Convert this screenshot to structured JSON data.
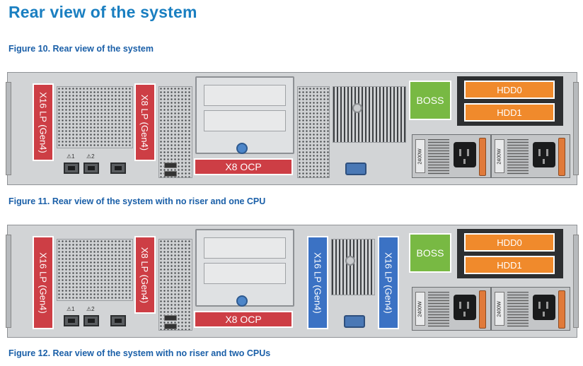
{
  "page": {
    "title": "Rear view of the system",
    "fig10": "Figure 10. Rear view of the system",
    "fig11": "Figure 11. Rear view of the system with no riser and one CPU",
    "fig12": "Figure 12. Rear view of the system with no riser and two CPUs"
  },
  "labels": {
    "x16": "X16 LP (Gen4)",
    "x8": "X8 LP (Gen4)",
    "ocp": "X8 OCP",
    "boss": "BOSS",
    "hdd0": "HDD0",
    "hdd1": "HDD1",
    "psu_rating": "2400W"
  },
  "colors": {
    "title_blue": "#1a7fc1",
    "caption_blue": "#1a5fa8",
    "riser_red": "#cd3e45",
    "riser_blue": "#3b72c4",
    "boss_green": "#78b943",
    "hdd_orange": "#f08a2c"
  },
  "icons": [
    "nic-port-icon",
    "usb-port-icon",
    "vga-port-icon",
    "power-inlet-icon",
    "thumbscrew-icon"
  ]
}
